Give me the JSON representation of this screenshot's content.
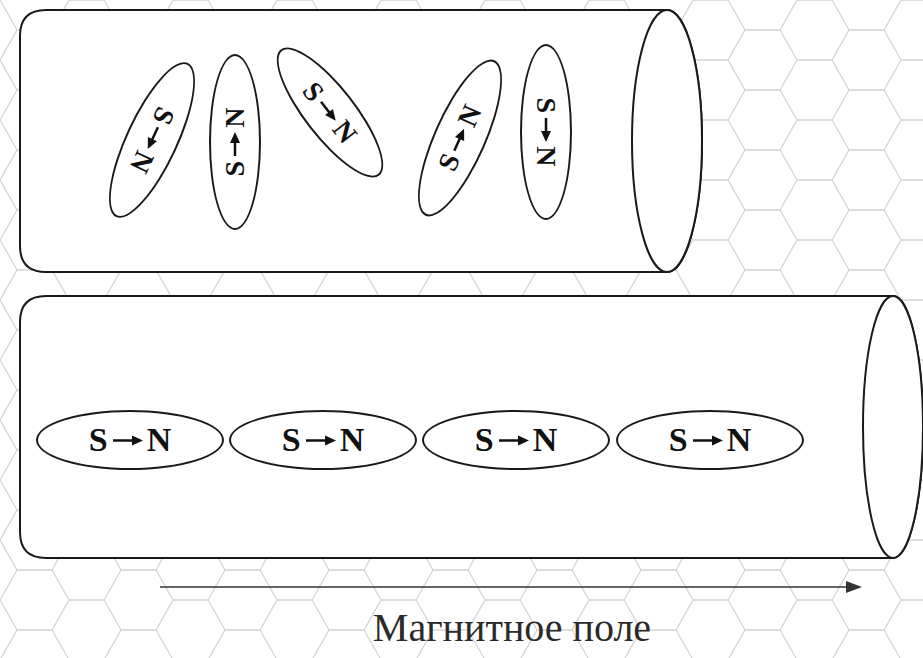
{
  "diagram": {
    "nodes": [
      {
        "text": [
          "S",
          "N"
        ]
      },
      {
        "text": [
          "S",
          "N"
        ]
      },
      {
        "text": [
          "S",
          "N"
        ]
      },
      {
        "text": [
          "S",
          "N"
        ]
      },
      {
        "text": [
          "S",
          "N"
        ]
      },
      {
        "text": [
          "S",
          "N"
        ]
      },
      {
        "text": [
          "S",
          "N"
        ]
      },
      {
        "text": [
          "S",
          "N"
        ]
      },
      {
        "text": [
          "S",
          "N"
        ]
      }
    ],
    "labels": [
      "Магнитное поле"
    ]
  }
}
